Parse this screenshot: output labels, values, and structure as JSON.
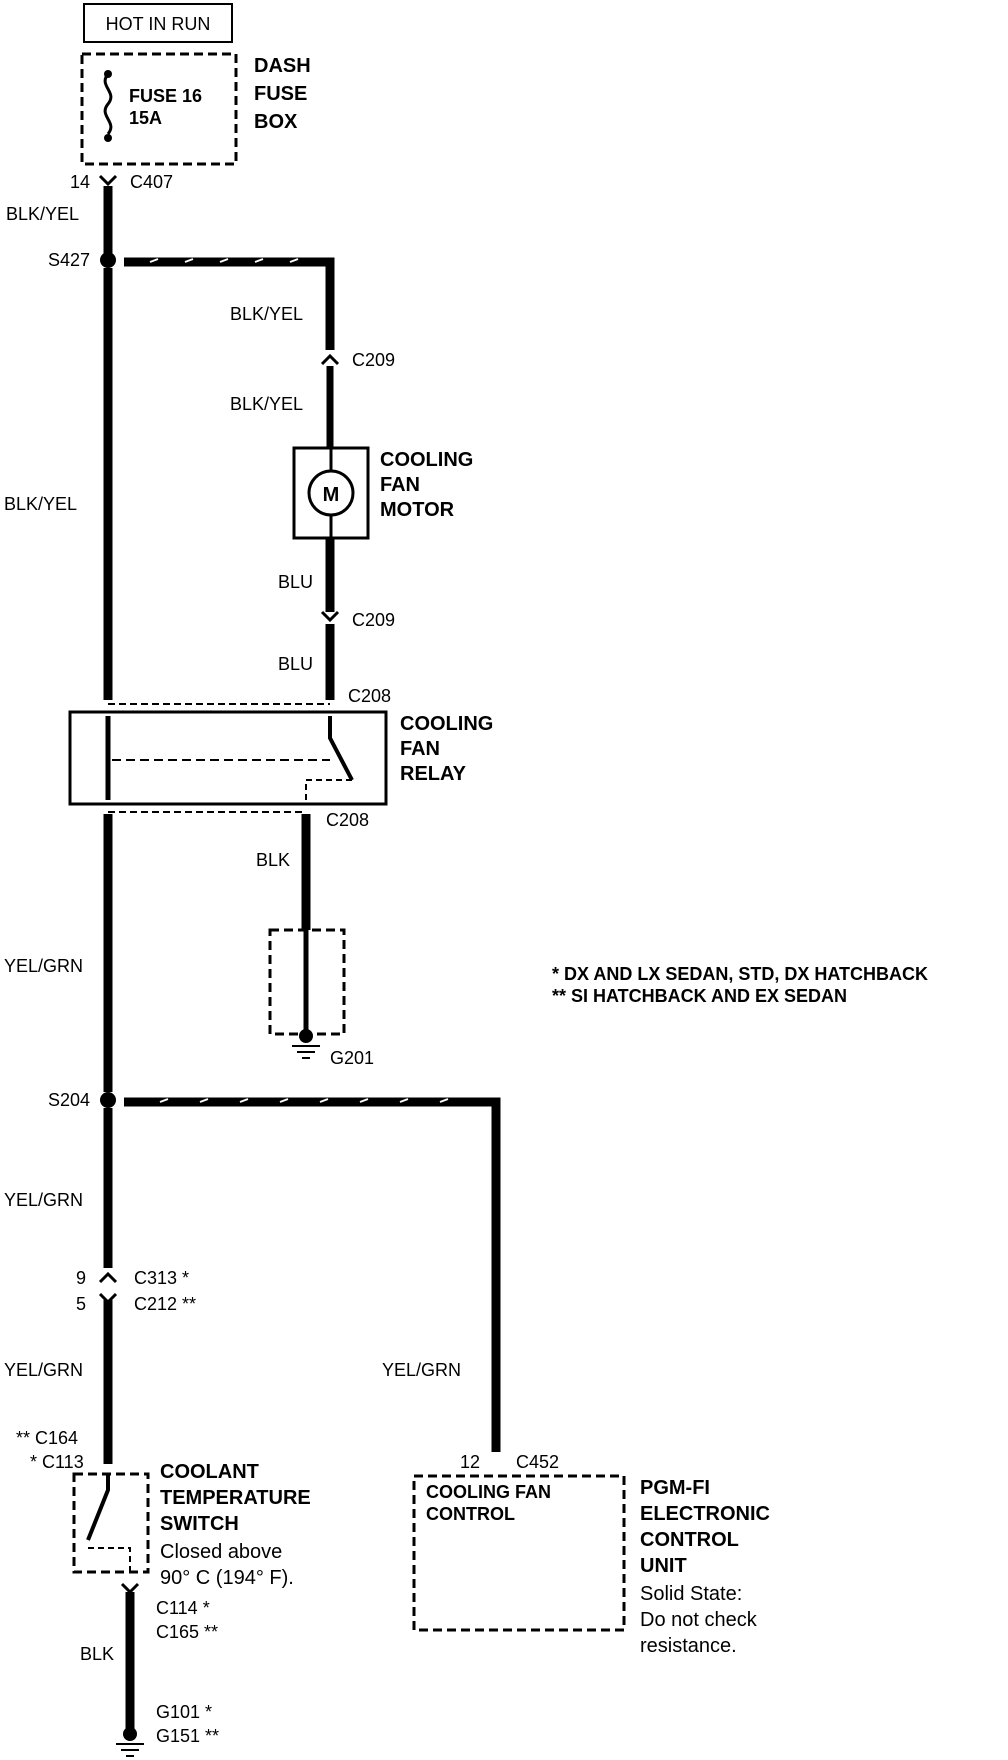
{
  "header_label": "HOT IN RUN",
  "fuse": {
    "name": "FUSE 16",
    "rating": "15A",
    "box_label": [
      "DASH",
      "FUSE",
      "BOX"
    ]
  },
  "connectors": {
    "c407": "C407",
    "c407_pin": "14",
    "s427": "S427",
    "c209_top": "C209",
    "c209_bottom": "C209",
    "c208_top": "C208",
    "c208_bottom": "C208",
    "g201": "G201",
    "s204": "S204",
    "c313": "C313 *",
    "c313_pin": "9",
    "c212": "C212 **",
    "c212_pin": "5",
    "c164": "** C164",
    "c113": "* C113",
    "c114": "C114 *",
    "c165": "C165 **",
    "g101": "G101 *",
    "g151": "G151 **",
    "c452": "C452",
    "c452_pin": "12"
  },
  "wires": {
    "blk_yel_1": "BLK/YEL",
    "blk_yel_2": "BLK/YEL",
    "blk_yel_3": "BLK/YEL",
    "blk_yel_left": "BLK/YEL",
    "blu_1": "BLU",
    "blu_2": "BLU",
    "blk_relay": "BLK",
    "yel_grn_1": "YEL/GRN",
    "yel_grn_2": "YEL/GRN",
    "yel_grn_3": "YEL/GRN",
    "yel_grn_right": "YEL/GRN",
    "blk_bottom": "BLK"
  },
  "components": {
    "fan_motor": {
      "symbol": "M",
      "label": [
        "COOLING",
        "FAN",
        "MOTOR"
      ]
    },
    "fan_relay": {
      "label": [
        "COOLING",
        "FAN",
        "RELAY"
      ]
    },
    "coolant_switch": {
      "label": [
        "COOLANT",
        "TEMPERATURE",
        "SWITCH"
      ],
      "note": [
        "Closed above",
        "90° C (194° F)."
      ]
    },
    "ecu": {
      "inner_label": [
        "COOLING FAN",
        "CONTROL"
      ],
      "label": [
        "PGM-FI",
        "ELECTRONIC",
        "CONTROL",
        "UNIT"
      ],
      "note": [
        "Solid State:",
        "Do not check",
        "resistance."
      ]
    }
  },
  "legend": {
    "single": "*  DX AND LX SEDAN, STD, DX HATCHBACK",
    "double": "** SI HATCHBACK AND EX SEDAN"
  }
}
